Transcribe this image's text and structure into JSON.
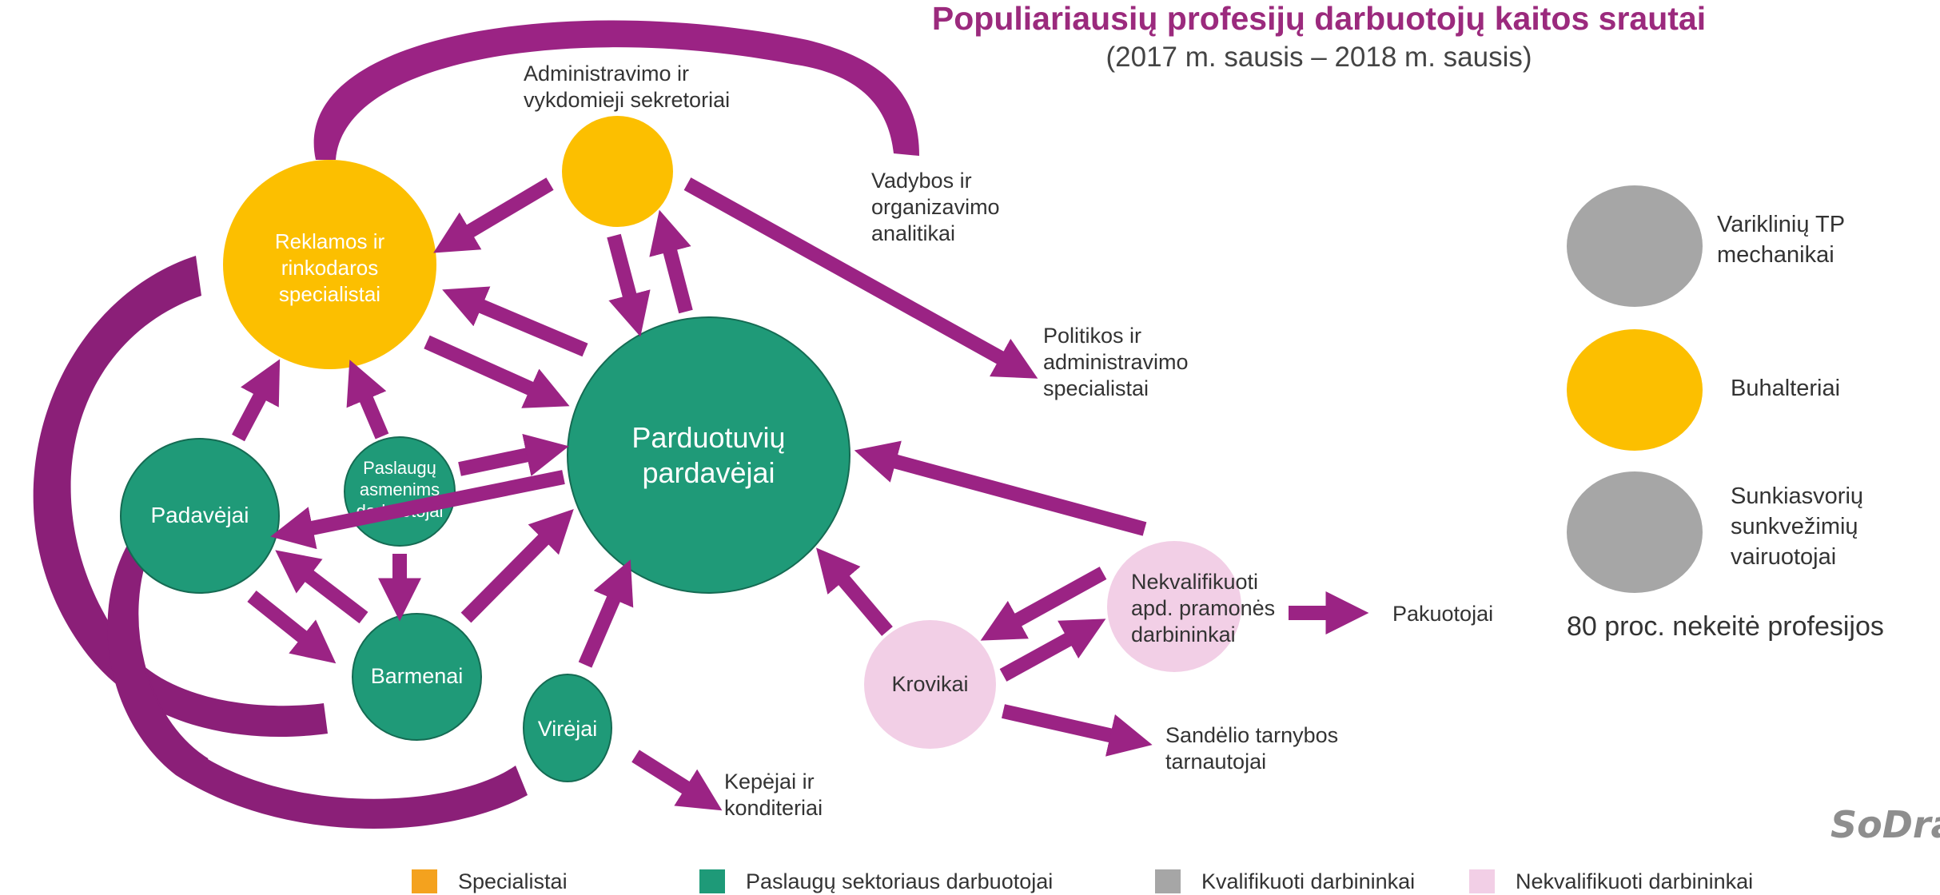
{
  "title": "Populiariausių profesijų darbuotojų kaitos srautai",
  "subtitle": "(2017 m. sausis – 2018 m. sausis)",
  "nodes": {
    "reklamos": "Reklamos ir\nrinkodaros\nspecialistai",
    "administravimo": "Administravimo ir\nvykdomieji sekretoriai",
    "vadybos": "Vadybos ir\norganizavimo\nanalitikai",
    "politikos": "Politikos ir\nadministravimo\nspecialistai",
    "parduotuviu": "Parduotuvių\npardavėjai",
    "padavejai": "Padavėjai",
    "paslaugu": "Paslaugų\nasmenims\ndarbuotojai",
    "barmenai": "Barmenai",
    "virejai": "Virėjai",
    "kepejai": "Kepėjai ir\nkonditeriai",
    "krovikai": "Krovikai",
    "nekvalifikuoti": "Nekvalifikuoti\napd. pramonės\ndarbininkai",
    "pakuotojai": "Pakuotojai",
    "sandelio": "Sandėlio tarnybos\ntarnautojai"
  },
  "side": {
    "mechanikai": "Variklinių TP\nmechanikai",
    "buhalteriai": "Buhalteriai",
    "vairuotojai": "Sunkiasvorių\nsunkvežimių\nvairuotojai",
    "note": "80 proc. nekeitė profesijos"
  },
  "legend": [
    {
      "label": "Specialistai",
      "color": "#f4a21e"
    },
    {
      "label": "Paslaugų sektoriaus darbuotojai",
      "color": "#1e9a78"
    },
    {
      "label": "Kvalifikuoti darbininkai",
      "color": "#a6a6a6"
    },
    {
      "label": "Nekvalifikuoti darbininkai",
      "color": "#f2cfe6"
    }
  ],
  "colors": {
    "specialist": "#fcbf00",
    "service": "#1f9a78",
    "skilled": "#a6a6a6",
    "unskilled": "#f2cfe6",
    "arrow": "#9b2384"
  },
  "logo": "SoDra"
}
